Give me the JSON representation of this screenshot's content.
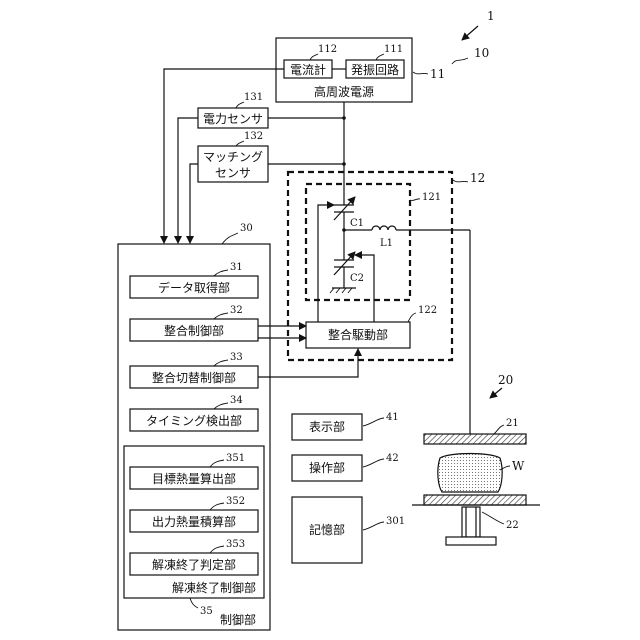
{
  "system_ref": "1",
  "ref_10": "10",
  "power_supply": {
    "ref": "11",
    "label": "高周波電源"
  },
  "ammeter": {
    "ref": "112",
    "label": "電流計"
  },
  "oscillator": {
    "ref": "111",
    "label": "発振回路"
  },
  "power_sensor": {
    "ref": "131",
    "label": "電力センサ"
  },
  "matching_sensor": {
    "ref": "132",
    "label_line1": "マッチング",
    "label_line2": "センサ"
  },
  "matching_unit": {
    "ref": "12"
  },
  "matching_circuit": {
    "ref": "121",
    "c1": "C1",
    "c2": "C2",
    "l1": "L1"
  },
  "matching_driver": {
    "ref": "122",
    "label": "整合駆動部"
  },
  "controller": {
    "ref": "30",
    "label": "制御部",
    "data_acq": {
      "ref": "31",
      "label": "データ取得部"
    },
    "match_ctrl": {
      "ref": "32",
      "label": "整合制御部"
    },
    "match_switch": {
      "ref": "33",
      "label": "整合切替制御部"
    },
    "timing": {
      "ref": "34",
      "label": "タイミング検出部"
    },
    "thaw": {
      "ref": "35",
      "label": "解凍終了制御部",
      "target_heat": {
        "ref": "351",
        "label": "目標熱量算出部"
      },
      "output_heat": {
        "ref": "352",
        "label": "出力熱量積算部"
      },
      "thaw_end": {
        "ref": "353",
        "label": "解凍終了判定部"
      }
    }
  },
  "display": {
    "ref": "41",
    "label": "表示部"
  },
  "operation": {
    "ref": "42",
    "label": "操作部"
  },
  "storage": {
    "ref": "301",
    "label": "記憶部"
  },
  "heating_unit": {
    "ref": "20",
    "upper_electrode_ref": "21",
    "lower_electrode_ref": "22",
    "workpiece": "W"
  }
}
